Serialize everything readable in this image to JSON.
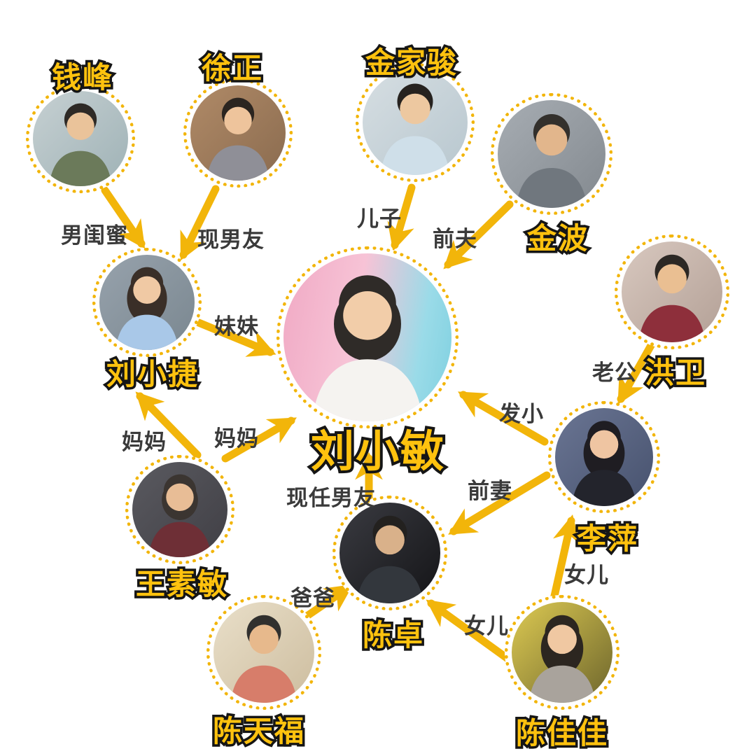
{
  "diagram": {
    "accent_color": "#F2B50A",
    "label_color": "#3A3A3A",
    "name_fill_color": "#FFC20E",
    "name_outline_color": "#161616",
    "characters": [
      {
        "name": "钱峰"
      },
      {
        "name": "徐正"
      },
      {
        "name": "金家骏"
      },
      {
        "name": "金波"
      },
      {
        "name": "洪卫"
      },
      {
        "name": "刘小捷"
      },
      {
        "name": "刘小敏",
        "role": "main"
      },
      {
        "name": "李萍"
      },
      {
        "name": "王素敏"
      },
      {
        "name": "陈卓"
      },
      {
        "name": "陈天福"
      },
      {
        "name": "陈佳佳"
      }
    ],
    "relationships": [
      {
        "from": "钱峰",
        "to": "刘小捷",
        "label": "男闺蜜"
      },
      {
        "from": "徐正",
        "to": "刘小捷",
        "label": "现男友"
      },
      {
        "from": "金家骏",
        "to": "刘小敏",
        "label": "儿子"
      },
      {
        "from": "金波",
        "to": "刘小敏",
        "label": "前夫"
      },
      {
        "from": "洪卫",
        "to": "李萍",
        "label": "老公"
      },
      {
        "from": "刘小捷",
        "to": "刘小敏",
        "label": "妹妹"
      },
      {
        "from": "王素敏",
        "to": "刘小捷",
        "label": "妈妈"
      },
      {
        "from": "王素敏",
        "to": "刘小敏",
        "label": "妈妈"
      },
      {
        "from": "陈卓",
        "to": "刘小敏",
        "label": "现任男友"
      },
      {
        "from": "李萍",
        "to": "刘小敏",
        "label": "发小"
      },
      {
        "from": "李萍",
        "to": "陈卓",
        "label": "前妻"
      },
      {
        "from": "陈天福",
        "to": "陈卓",
        "label": "爸爸"
      },
      {
        "from": "陈佳佳",
        "to": "陈卓",
        "label": "女儿"
      },
      {
        "from": "陈佳佳",
        "to": "李萍",
        "label": "女儿"
      }
    ]
  }
}
